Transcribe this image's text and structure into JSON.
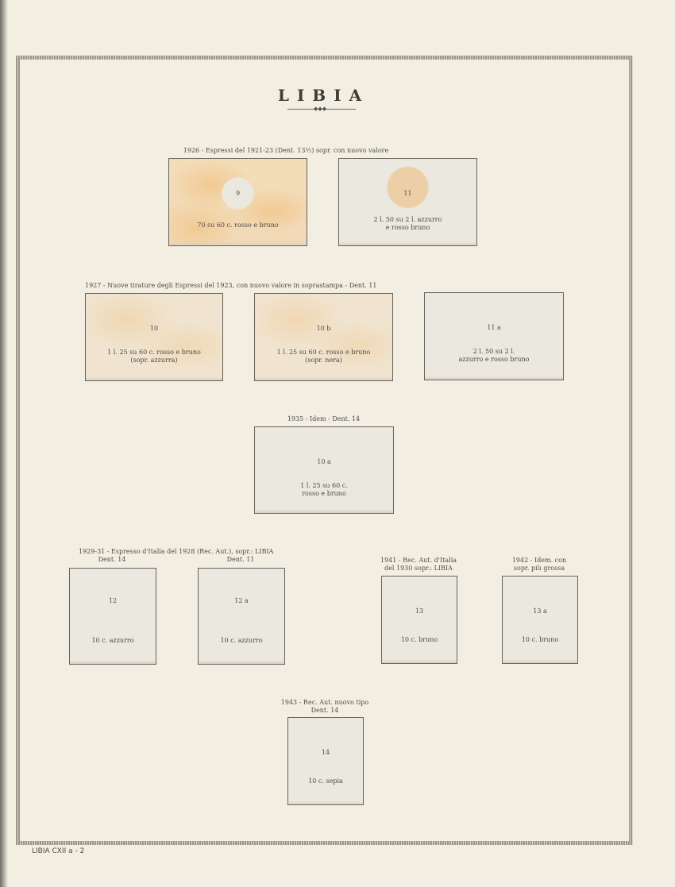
{
  "page_title": "LIBIA",
  "footer": "LIBIA CXII a - 2",
  "sections": [
    {
      "heading": "1926 - Espressi del 1921-23 (Dent. 13½) sopr. con nuovo valore",
      "stamps": [
        {
          "number": "9",
          "desc": "70 su 60 c. rosso e bruno"
        },
        {
          "number": "11",
          "desc": "2 l. 50 su 2 l. azzurro",
          "desc2": "e rosso bruno"
        }
      ]
    },
    {
      "heading": "1927 - Nuove tirature degli Espressi del 1923, con nuovo valore in soprastampa - Dent. 11",
      "stamps": [
        {
          "number": "10",
          "desc": "1 l. 25 su 60 c. rosso e bruno",
          "desc2": "(sopr. azzurra)"
        },
        {
          "number": "10 b",
          "desc": "1 l. 25 su 60 c. rosso e bruno",
          "desc2": "(sopr. nera)"
        },
        {
          "number": "11 a",
          "desc": "2 l. 50 su 2 l.",
          "desc2": "azzurro e rosso bruno"
        }
      ]
    },
    {
      "heading": "1935 - Idem - Dent. 14",
      "stamps": [
        {
          "number": "10 a",
          "desc": "1 l. 25 su 60 c.",
          "desc2": "rosso e bruno"
        }
      ]
    },
    {
      "heading": "1929-31 - Espresso d'Italia del 1928 (Rec. Aut.), sopr.: LIBIA",
      "sub1": "Dent. 14",
      "sub2": "Dent. 11",
      "stamps": [
        {
          "number": "12",
          "desc": "10 c. azzurro"
        },
        {
          "number": "12 a",
          "desc": "10 c. azzurro"
        }
      ]
    },
    {
      "heading": "1941 - Rec. Aut. d'Italia",
      "heading2": "del 1930 sopr.: LIBIA",
      "stamps": [
        {
          "number": "13",
          "desc": "10 c. bruno"
        }
      ]
    },
    {
      "heading": "1942 - Idem. con",
      "heading2": "sopr. più grossa",
      "stamps": [
        {
          "number": "13 a",
          "desc": "10 c. bruno"
        }
      ]
    },
    {
      "heading": "1943 - Rec. Aut. nuovo tipo",
      "heading2": "Dent. 14",
      "stamps": [
        {
          "number": "14",
          "desc": "10 c. sepia"
        }
      ]
    }
  ]
}
